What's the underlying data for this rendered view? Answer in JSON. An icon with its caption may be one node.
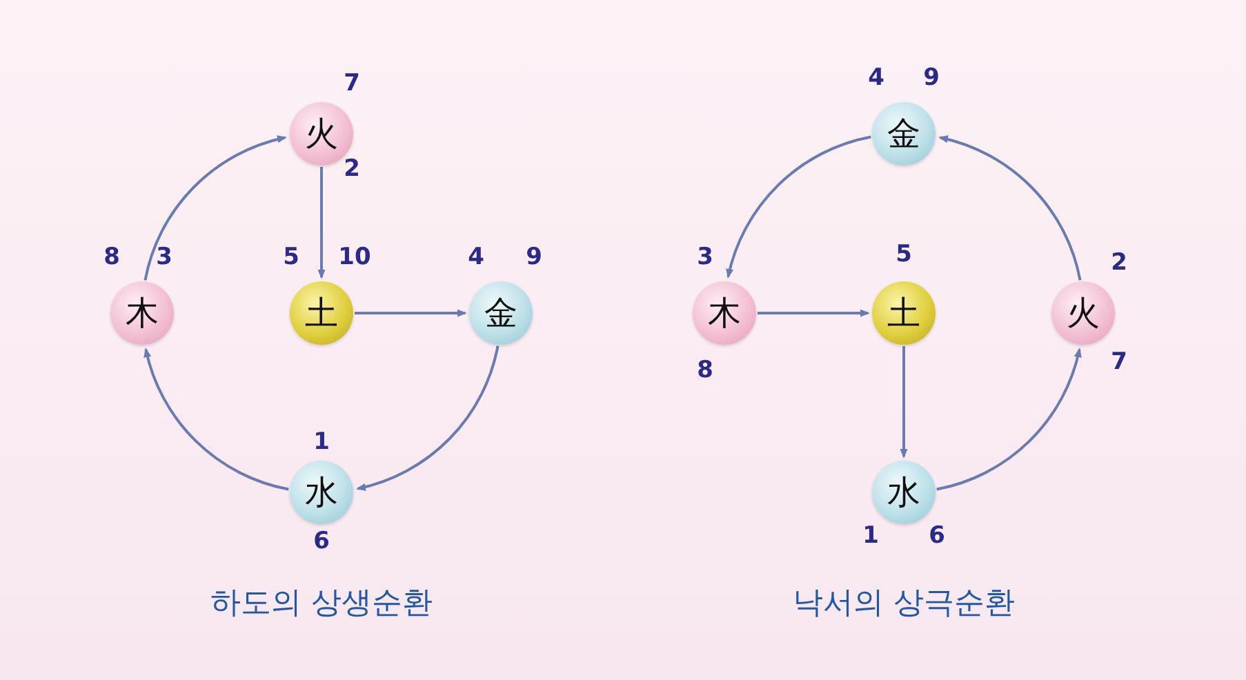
{
  "diagram": {
    "nodes": [
      {
        "text": [
          "火"
        ],
        "beside": [
          "7",
          "2"
        ]
      },
      {
        "text": [
          "木"
        ],
        "beside": [
          "8",
          "3"
        ]
      },
      {
        "text": [
          "土"
        ],
        "beside": [
          "5",
          "10"
        ]
      },
      {
        "text": [
          "金"
        ],
        "beside": [
          "4",
          "9"
        ]
      },
      {
        "text": [
          "水"
        ],
        "beside": [
          "1",
          "6"
        ]
      },
      {
        "text": [
          "金"
        ],
        "beside": [
          "4",
          "9"
        ]
      },
      {
        "text": [
          "木"
        ],
        "beside": [
          "3",
          "8"
        ]
      },
      {
        "text": [
          "土"
        ],
        "beside": [
          "5"
        ]
      },
      {
        "text": [
          "火"
        ],
        "beside": [
          "2",
          "7"
        ]
      },
      {
        "text": [
          "水"
        ],
        "beside": [
          "1",
          "6"
        ]
      }
    ],
    "edges": [
      {
        "from": 0,
        "to": 2,
        "arrow": "to"
      },
      {
        "from": 2,
        "to": 3,
        "arrow": "to"
      },
      {
        "from": 3,
        "to": 4,
        "arrow": "to"
      },
      {
        "from": 4,
        "to": 1,
        "arrow": "to"
      },
      {
        "from": 1,
        "to": 0,
        "arrow": "to"
      },
      {
        "from": 5,
        "to": 6,
        "arrow": "to"
      },
      {
        "from": 6,
        "to": 7,
        "arrow": "to"
      },
      {
        "from": 7,
        "to": 9,
        "arrow": "to"
      },
      {
        "from": 9,
        "to": 8,
        "arrow": "to"
      },
      {
        "from": 8,
        "to": 5,
        "arrow": "to"
      }
    ],
    "labels": [
      "하도의 상생순환",
      "낙서의 상극순환"
    ]
  }
}
